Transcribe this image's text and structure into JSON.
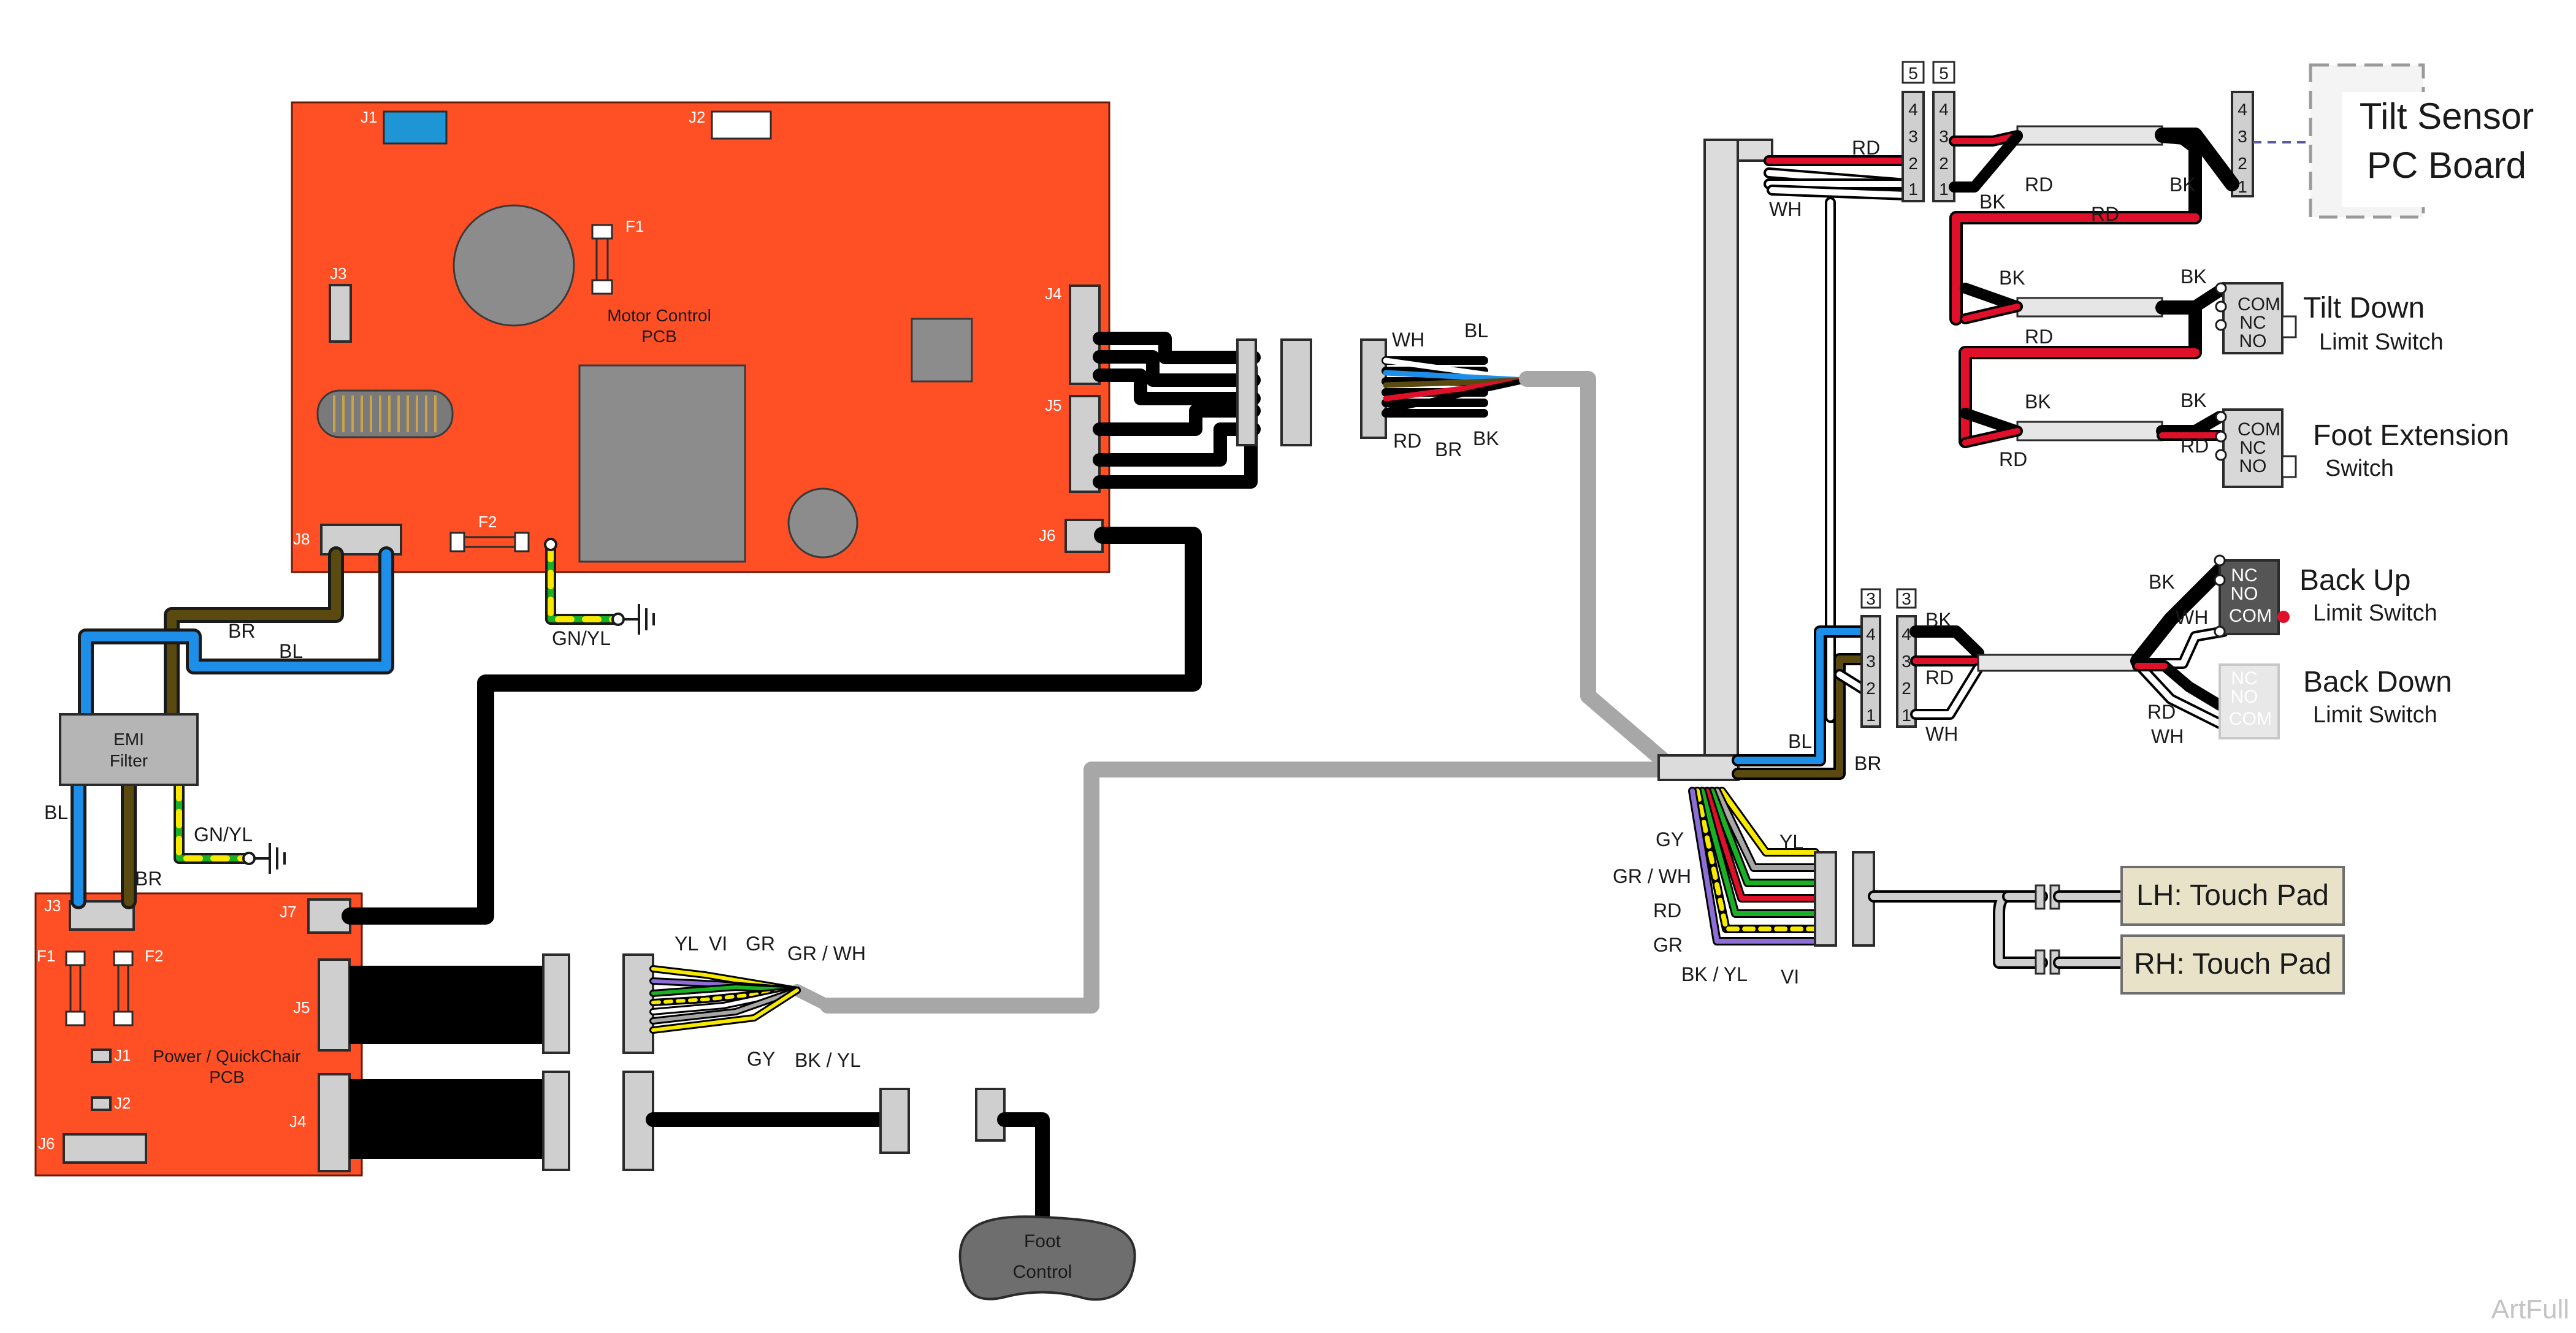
{
  "motor_pcb": {
    "title_line1": "Motor Control",
    "title_line2": "PCB",
    "j1": "J1",
    "j2": "J2",
    "j3": "J3",
    "j4": "J4",
    "j5": "J5",
    "j6": "J6",
    "j8": "J8",
    "f1": "F1",
    "f2": "F2"
  },
  "power_pcb": {
    "title_line1": "Power / QuickChair",
    "title_line2": "PCB",
    "j1": "J1",
    "j2": "J2",
    "j3": "J3",
    "j4": "J4",
    "j5": "J5",
    "j6": "J6",
    "j7": "J7",
    "f1": "F1",
    "f2": "F2"
  },
  "emi_filter": {
    "line1": "EMI",
    "line2": "Filter"
  },
  "foot_control": {
    "line1": "Foot",
    "line2": "Control"
  },
  "wire_labels": {
    "br": "BR",
    "bl": "BL",
    "gn_yl": "GN/YL",
    "wh": "WH",
    "rd": "RD",
    "bk": "BK",
    "gy": "GY",
    "gr_wh": "GR / WH",
    "gr": "GR",
    "bk_yl": "BK / YL",
    "vi": "VI",
    "yl": "YL"
  },
  "switches": {
    "tilt_sensor": {
      "line1": "Tilt Sensor",
      "line2": "PC Board"
    },
    "tilt_down": {
      "name": "Tilt Down",
      "sub": "Limit Switch"
    },
    "foot_extension": {
      "name": "Foot Extension",
      "sub": "Switch"
    },
    "back_up": {
      "name": "Back Up",
      "sub": "Limit Switch"
    },
    "back_down": {
      "name": "Back Down",
      "sub": "Limit Switch"
    },
    "com": "COM",
    "nc": "NC",
    "no": "NO"
  },
  "connectors": {
    "pins4": [
      "4",
      "3",
      "2",
      "1"
    ],
    "pos5": "5",
    "pos3": "3"
  },
  "touch_pads": {
    "lh": "LH: Touch Pad",
    "rh": "RH: Touch Pad"
  },
  "watermark": "ArtFull",
  "colors": {
    "pcb": "#ff4f24",
    "wire_black": "#000000",
    "wire_red": "#e0102a",
    "wire_blue": "#1e8fe8",
    "wire_brown": "#5a4a10",
    "wire_green": "#19b025",
    "wire_yellow": "#f7ea00",
    "wire_violet": "#8b6fd6",
    "wire_gray": "#a7a7a7",
    "wire_white": "#ffffff"
  }
}
